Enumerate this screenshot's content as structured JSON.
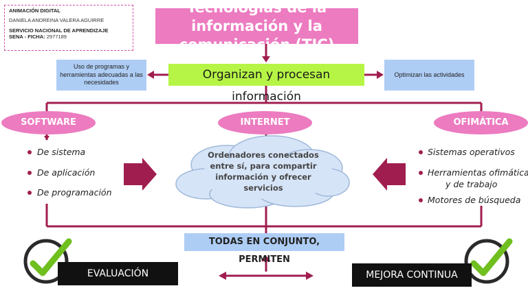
{
  "info": {
    "line1": "ANIMACIÓN DIGITAL",
    "line2": "DANIELA ANDREINA VALERA AGUIRRE",
    "line3": "SERVICIO NACIONAL DE APRENDIZAJE",
    "line4_bold": "SENA - FICHA:",
    "line4_value": "2977189"
  },
  "title": {
    "line1": "Tecnologías de la",
    "line2": "información y la",
    "line3": "comunicación (TIC)"
  },
  "central": "Organizan y procesan información",
  "left_note": "Uso de programas y herramientas adecuadas a las necesidades",
  "right_note": "Optimizan las actividades",
  "categories": {
    "software": "SOFTWARE",
    "internet": "INTERNET",
    "ofimatica": "OFIMÁTICA"
  },
  "software_items": [
    "De sistema",
    "De aplicación",
    "De programación"
  ],
  "ofimatica_items": [
    "Sistemas operativos",
    "Herramientas ofimáticas",
    "y de trabajo",
    "Motores de búsqueda"
  ],
  "internet_text": "Ordenadores conectados entre sí, para compartir información y ofrecer servicios",
  "together": "TODAS EN CONJUNTO, PERMITEN",
  "evaluation": "EVALUACIÓN",
  "improvement": "MEJORA CONTINUA",
  "colors": {
    "connector": "#a01e4f",
    "pink": "#ec7bc0",
    "green": "#b6f545",
    "blue": "#aecdf5",
    "cloud": "#d6e4f7",
    "check": "#6fbf1f"
  }
}
